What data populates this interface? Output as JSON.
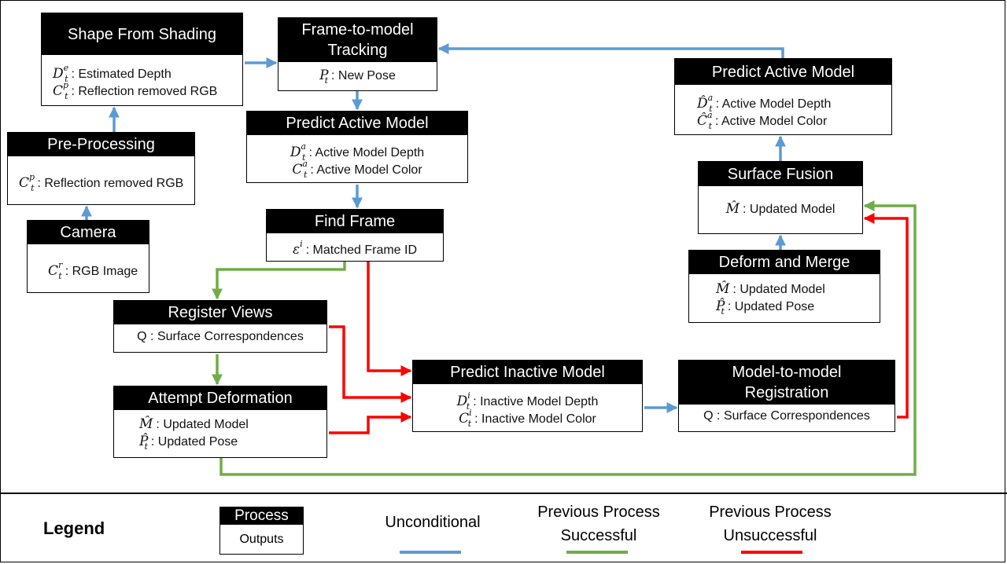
{
  "colors": {
    "unconditional": "#5b9bd5",
    "success": "#70ad47",
    "failure": "#ff0000",
    "header_bg": "#000000"
  },
  "nodes": {
    "sfs": {
      "title": "Shape From Shading",
      "rows": [
        {
          "sym": "D",
          "sup": "e",
          "sub": "t",
          "label": ": Estimated Depth"
        },
        {
          "sym": "C",
          "sup": "p",
          "sub": "t",
          "label": ": Reflection removed RGB"
        }
      ]
    },
    "preproc": {
      "title": "Pre-Processing",
      "rows": [
        {
          "sym": "C",
          "sup": "p",
          "sub": "t",
          "label": ": Reflection removed RGB"
        }
      ]
    },
    "camera": {
      "title": "Camera",
      "rows": [
        {
          "sym": "C",
          "sup": "r",
          "sub": "t",
          "label": ": RGB Image"
        }
      ]
    },
    "tracking": {
      "title": "Frame-to-model Tracking",
      "rows": [
        {
          "sym": "P",
          "sup": "",
          "sub": "t",
          "label": ": New Pose"
        }
      ]
    },
    "predict_active": {
      "title": "Predict Active Model",
      "rows": [
        {
          "sym": "D",
          "sup": "a",
          "sub": "t",
          "label": ": Active Model Depth"
        },
        {
          "sym": "C",
          "sup": "a",
          "sub": "t",
          "label": ": Active Model Color"
        }
      ]
    },
    "find_frame": {
      "title": "Find Frame",
      "rows": [
        {
          "sym": "ε",
          "sup": "i",
          "sub": "",
          "label": ": Matched Frame ID"
        }
      ]
    },
    "register": {
      "title": "Register Views",
      "rows": [
        {
          "sym": "",
          "sup": "",
          "sub": "",
          "label": "Q : Surface Correspondences"
        }
      ]
    },
    "attempt": {
      "title": "Attempt Deformation",
      "rows": [
        {
          "sym": "M̂",
          "sup": "",
          "sub": "",
          "label": ":  Updated Model"
        },
        {
          "sym": "P̂",
          "sup": "",
          "sub": "t",
          "label": ":  Updated Pose"
        }
      ]
    },
    "predict_inactive": {
      "title": "Predict Inactive Model",
      "rows": [
        {
          "sym": "D",
          "sup": "i",
          "sub": "t",
          "label": ": Inactive Model Depth"
        },
        {
          "sym": "C",
          "sup": "i",
          "sub": "t",
          "label": ": Inactive Model Color"
        }
      ]
    },
    "m2m": {
      "title": "Model-to-model Registration",
      "rows": [
        {
          "sym": "",
          "sup": "",
          "sub": "",
          "label": "Q : Surface Correspondences"
        }
      ]
    },
    "predict_active_hat": {
      "title": "Predict Active Model",
      "rows": [
        {
          "sym": "D̂",
          "sup": "a",
          "sub": "t",
          "label": ":  Active Model Depth"
        },
        {
          "sym": "Ĉ",
          "sup": "a",
          "sub": "t",
          "label": ":   Active Model Color"
        }
      ]
    },
    "fusion": {
      "title": "Surface Fusion",
      "rows": [
        {
          "sym": "M̂",
          "sup": "",
          "sub": "",
          "label": ":  Updated Model"
        }
      ]
    },
    "deform_merge": {
      "title": "Deform and Merge",
      "rows": [
        {
          "sym": "M̂",
          "sup": "",
          "sub": "",
          "label": ": Updated Model"
        },
        {
          "sym": "P̂",
          "sup": "",
          "sub": "t",
          "label": ": Updated Pose"
        }
      ]
    }
  },
  "legend": {
    "title": "Legend",
    "process_title": "Process",
    "process_outputs": "Outputs",
    "unconditional": "Unconditional",
    "success": "Previous Process Successful",
    "failure": "Previous Process Unsuccessful"
  }
}
